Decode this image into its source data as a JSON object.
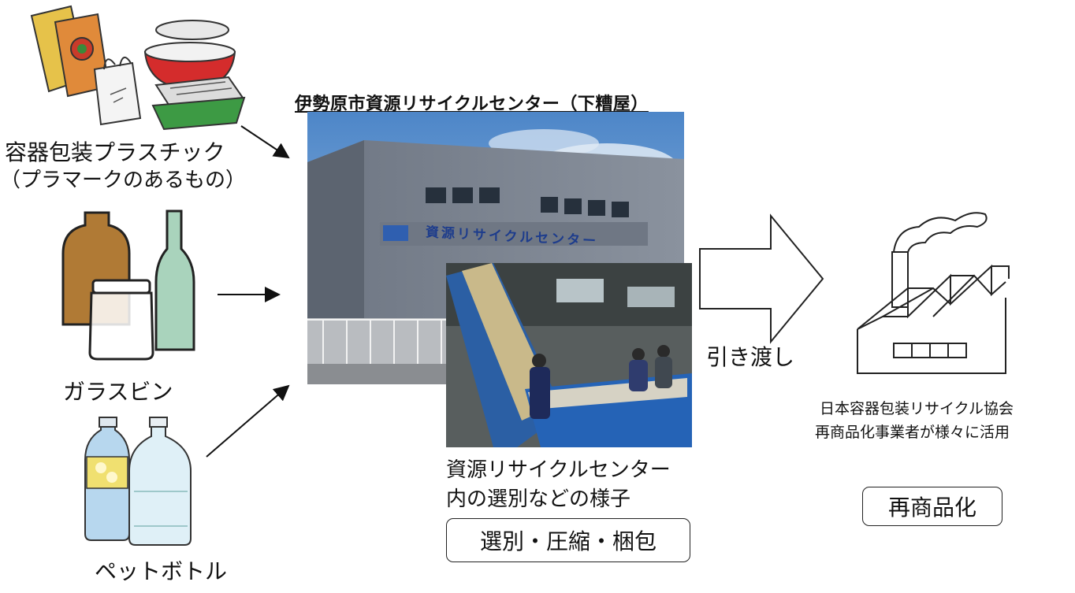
{
  "items": {
    "plastic": {
      "label": "容器包装プラスチック",
      "sub": "（プラマークのあるもの）",
      "icon": "plastic-containers-icon"
    },
    "glass": {
      "label": "ガラスビン",
      "icon": "glass-bottles-icon"
    },
    "pet": {
      "label": "ペットボトル",
      "icon": "pet-bottles-icon"
    }
  },
  "center": {
    "title": "伊勢原市資源リサイクルセンター（下糟屋）",
    "building_sign": "資源リサイクルセンター",
    "inside_caption_line1": "資源リサイクルセンター",
    "inside_caption_line2": "内の選別などの様子",
    "process_box": "選別・圧縮・梱包"
  },
  "handover": {
    "label": "引き渡し"
  },
  "factory": {
    "icon": "factory-icon",
    "caption_line1": "日本容器包装リサイクル協会",
    "caption_line2": "再商品化事業者が様々に活用",
    "result_box": "再商品化"
  }
}
